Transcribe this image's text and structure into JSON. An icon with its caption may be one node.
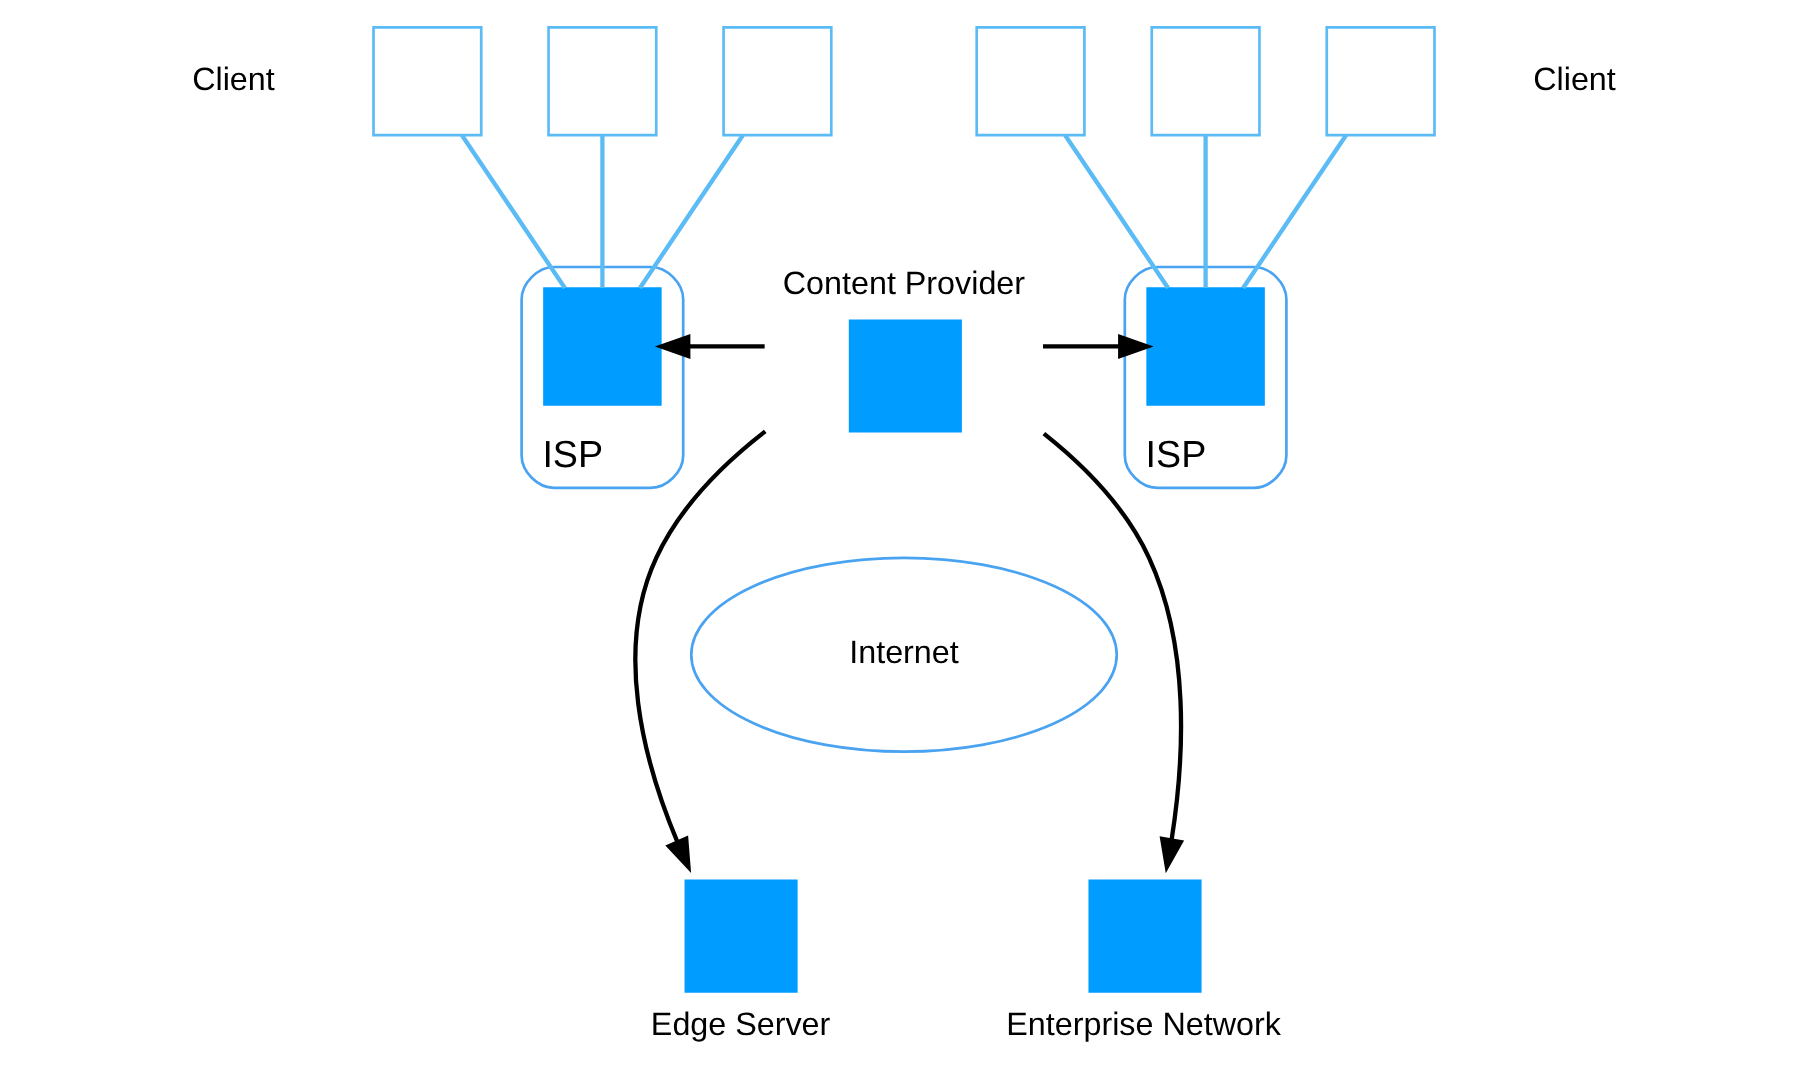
{
  "diagram": {
    "nodes": [
      {
        "text": [
          "ISP"
        ]
      },
      {
        "text": [],
        "shape": "box",
        "in": 0
      },
      {
        "text": [],
        "shape": "box"
      },
      {
        "text": [],
        "shape": "box"
      },
      {
        "text": [],
        "shape": "box"
      },
      {
        "text": [],
        "shape": "box",
        "beside": [
          "Content Provider"
        ]
      },
      {
        "text": [
          "ISP"
        ]
      },
      {
        "text": [],
        "shape": "box",
        "in": 6
      },
      {
        "text": [],
        "shape": "box"
      },
      {
        "text": [],
        "shape": "box"
      },
      {
        "text": [],
        "shape": "box"
      },
      {
        "text": [
          "Internet"
        ]
      },
      {
        "text": [],
        "shape": "box",
        "beside": [
          "Edge Server"
        ]
      },
      {
        "text": [],
        "shape": "box",
        "beside": [
          "Enterprise Network"
        ]
      }
    ],
    "edges": [
      {
        "from": 2,
        "to": 1,
        "arrow": "none",
        "color": "#5bbcf5"
      },
      {
        "from": 3,
        "to": 1,
        "arrow": "none",
        "color": "#5bbcf5"
      },
      {
        "from": 4,
        "to": 1,
        "arrow": "none",
        "color": "#5bbcf5"
      },
      {
        "from": 8,
        "to": 7,
        "arrow": "none",
        "color": "#5bbcf5"
      },
      {
        "from": 9,
        "to": 7,
        "arrow": "none",
        "color": "#5bbcf5"
      },
      {
        "from": 10,
        "to": 7,
        "arrow": "none",
        "color": "#5bbcf5"
      },
      {
        "from": 5,
        "to": 1,
        "arrow": "to",
        "color": "#000000"
      },
      {
        "from": 5,
        "to": 7,
        "arrow": "to",
        "color": "#000000"
      },
      {
        "from": 5,
        "to": 12,
        "arrow": "to",
        "color": "#000000"
      },
      {
        "from": 5,
        "to": 13,
        "arrow": "to",
        "color": "#000000"
      }
    ],
    "labels": [
      "Client",
      "Client"
    ]
  }
}
